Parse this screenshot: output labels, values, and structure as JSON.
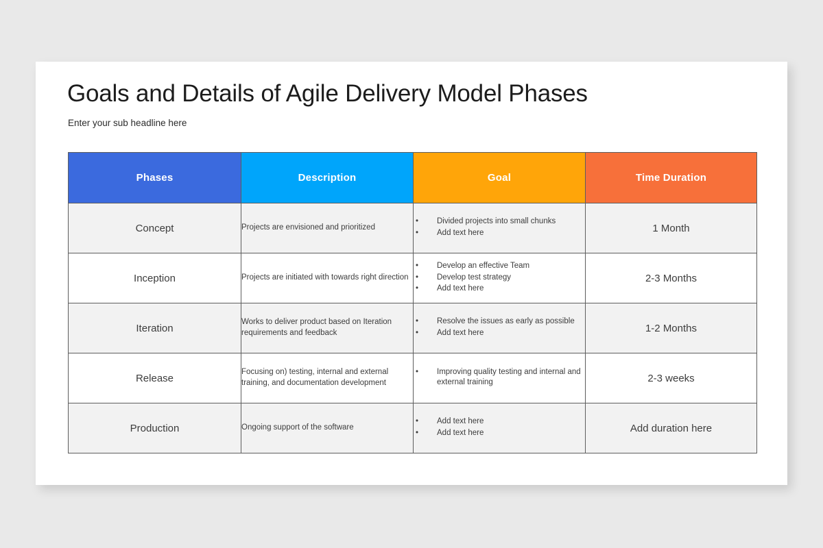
{
  "slide": {
    "title": "Goals and Details of Agile Delivery Model Phases",
    "subtitle": "Enter your sub headline here"
  },
  "colors": {
    "background": "#e9e9e9",
    "card": "#ffffff",
    "header_phases": "#3b6ade",
    "header_description": "#00a5fb",
    "header_goal": "#ffa509",
    "header_time_duration": "#f7703a",
    "row_shaded": "#f2f2f2",
    "border": "#5d5d5d",
    "text": "#3c3c3c"
  },
  "table": {
    "headers": [
      "Phases",
      "Description",
      "Goal",
      "Time Duration"
    ],
    "rows": [
      {
        "phase": "Concept",
        "description": "Projects are envisioned and prioritized",
        "goals": [
          "Divided projects into small chunks",
          "Add text here"
        ],
        "duration": "1 Month"
      },
      {
        "phase": "Inception",
        "description": "Projects are initiated with towards right direction",
        "goals": [
          "Develop an effective Team",
          "Develop test strategy",
          "Add text here"
        ],
        "duration": "2-3 Months"
      },
      {
        "phase": "Iteration",
        "description": "Works to deliver product based on Iteration requirements and feedback",
        "goals": [
          "Resolve the issues as early as possible",
          "Add text here"
        ],
        "duration": "1-2 Months"
      },
      {
        "phase": "Release",
        "description": "Focusing on) testing, internal and external training, and documentation development",
        "goals": [
          "Improving quality testing and internal and external training"
        ],
        "duration": "2-3 weeks"
      },
      {
        "phase": "Production",
        "description": "Ongoing support of the software",
        "goals": [
          "Add text here",
          "Add text here"
        ],
        "duration": "Add duration here"
      }
    ],
    "bullet_glyph": "•"
  }
}
